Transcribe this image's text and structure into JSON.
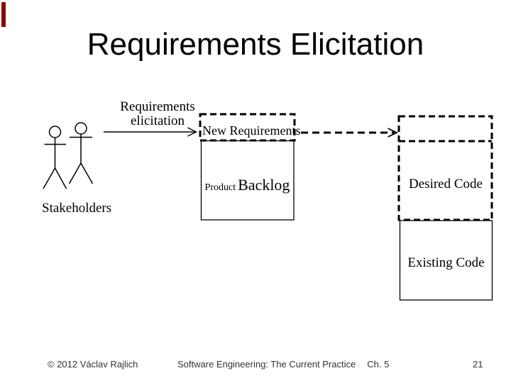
{
  "colors": {
    "accent_bar": "#8B0000",
    "diagram_stroke": "#000000",
    "text": "#000000",
    "footer_text": "#333333"
  },
  "title": "Requirements Elicitation",
  "diagram": {
    "stakeholders_label": "Stakeholders",
    "stakeholders_icon": "two-person-stick-figures",
    "elicitation_arrow_label": {
      "line1": "Requirements",
      "line2": "elicitation"
    },
    "new_requirements_box_label": "New Requirements",
    "product_backlog_box": {
      "prefix": "Product",
      "label": "Backlog"
    },
    "desired_code_label": "Desired Code",
    "existing_code_label": "Existing Code"
  },
  "footer": {
    "copyright": "© 2012 Václav Rajlich",
    "course_title": "Software Engineering: The Current Practice",
    "chapter": "Ch. 5",
    "page_number": "21"
  }
}
